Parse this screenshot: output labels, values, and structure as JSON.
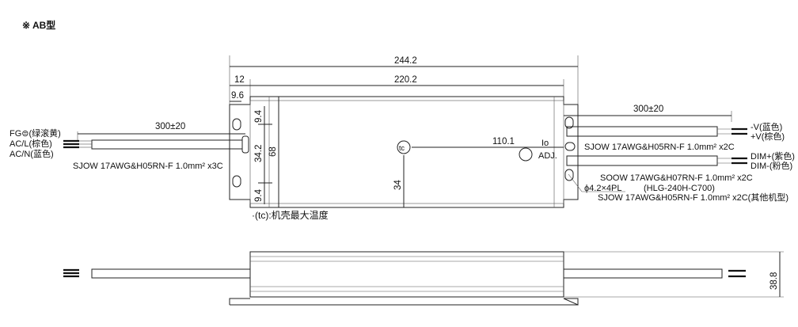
{
  "title": "※ AB型",
  "top_view": {
    "dim_overall": "244.2",
    "dim_body": "220.2",
    "dim_flange": "12",
    "dim_hole": "9.6",
    "dim_9_4_top": "9.4",
    "dim_34_2": "34.2",
    "dim_9_4_bottom": "9.4",
    "dim_68": "68",
    "dim_34": "34",
    "dim_110_1": "110.1",
    "tc_symbol": "tc",
    "io_label": "Io",
    "adj_label": "ADJ.",
    "input_length": "300±20",
    "input_fg": "FG⊜(绿滚黄)",
    "input_acl": "AC/L(棕色)",
    "input_acn": "AC/N(蓝色)",
    "input_cable": "SJOW 17AWG&H05RN-F 1.0mm² x3C",
    "output_length": "300±20",
    "out_vminus": "-V(蓝色)",
    "out_vplus": "+V(棕色)",
    "output_cable": "SJOW 17AWG&H05RN-F 1.0mm² x2C",
    "dim_plus": "DIM+(紫色)",
    "dim_minus": "DIM-(粉色)",
    "dim_cable_1": "SOOW 17AWG&H07RN-F 1.0mm² x2C",
    "dim_cable_model": "(HLG-240H-C700)",
    "dim_cable_2": "SJOW  17AWG&H05RN-F 1.0mm² x2C(其他机型)",
    "hole_spec": "ϕ4.2×4PL"
  },
  "note": "·(tc):机壳最大温度",
  "side_view": {
    "dim_height": "38.8"
  }
}
